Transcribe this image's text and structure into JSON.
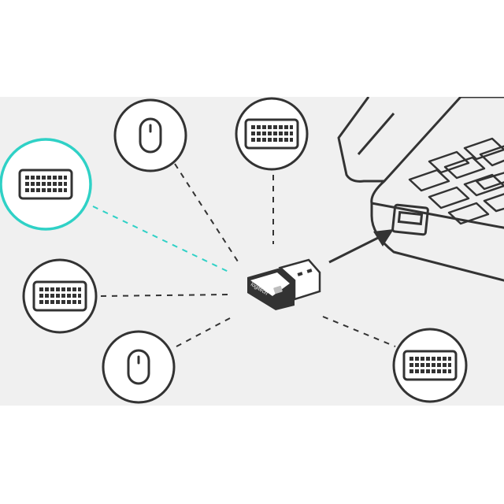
{
  "colors": {
    "panel_background": "#f0f0f0",
    "stroke": "#333333",
    "highlight": "#2fd1c6",
    "page_background": "#ffffff"
  },
  "receiver": {
    "brand_text": "logitech",
    "icon": "usb-receiver-icon"
  },
  "devices": [
    {
      "id": "mouse-top",
      "icon": "mouse-icon",
      "highlighted": false
    },
    {
      "id": "keyboard-top",
      "icon": "keyboard-icon",
      "highlighted": false
    },
    {
      "id": "keyboard-left-highlighted",
      "icon": "keyboard-icon",
      "highlighted": true
    },
    {
      "id": "keyboard-left",
      "icon": "keyboard-icon",
      "highlighted": false
    },
    {
      "id": "mouse-bottom",
      "icon": "mouse-icon",
      "highlighted": false
    },
    {
      "id": "keyboard-right",
      "icon": "keyboard-icon",
      "highlighted": false
    }
  ],
  "laptop": {
    "icon": "laptop-icon",
    "port_icon": "usb-port-icon"
  }
}
